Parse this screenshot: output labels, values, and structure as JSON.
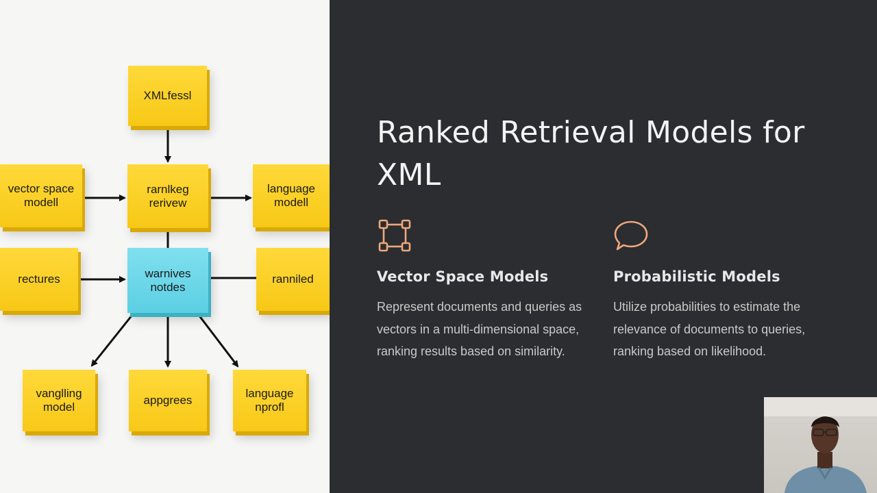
{
  "diagram": {
    "top": "XMLfessl",
    "middle": "rarnlkeg\nrerivew",
    "left_top": "vector space\nmodell",
    "right_top": "language\nmodell",
    "center": "warnives\nnotdes",
    "left_mid": "rectures",
    "right_mid": "ranniled",
    "bottom_left": "vanglling\nmodel",
    "bottom_mid": "appgrees",
    "bottom_right": "language\nnprofl"
  },
  "slide": {
    "title": "Ranked Retrieval Models for XML",
    "columns": [
      {
        "icon": "vector-square-icon",
        "heading": "Vector Space Models",
        "body": "Represent documents and queries as vectors in a multi-dimensional space, ranking results based on similarity."
      },
      {
        "icon": "speech-bubble-icon",
        "heading": "Probabilistic Models",
        "body": "Utilize probabilities to estimate the relevance of documents to queries, ranking based on likelihood."
      }
    ],
    "accent_color": "#f0a77d"
  }
}
